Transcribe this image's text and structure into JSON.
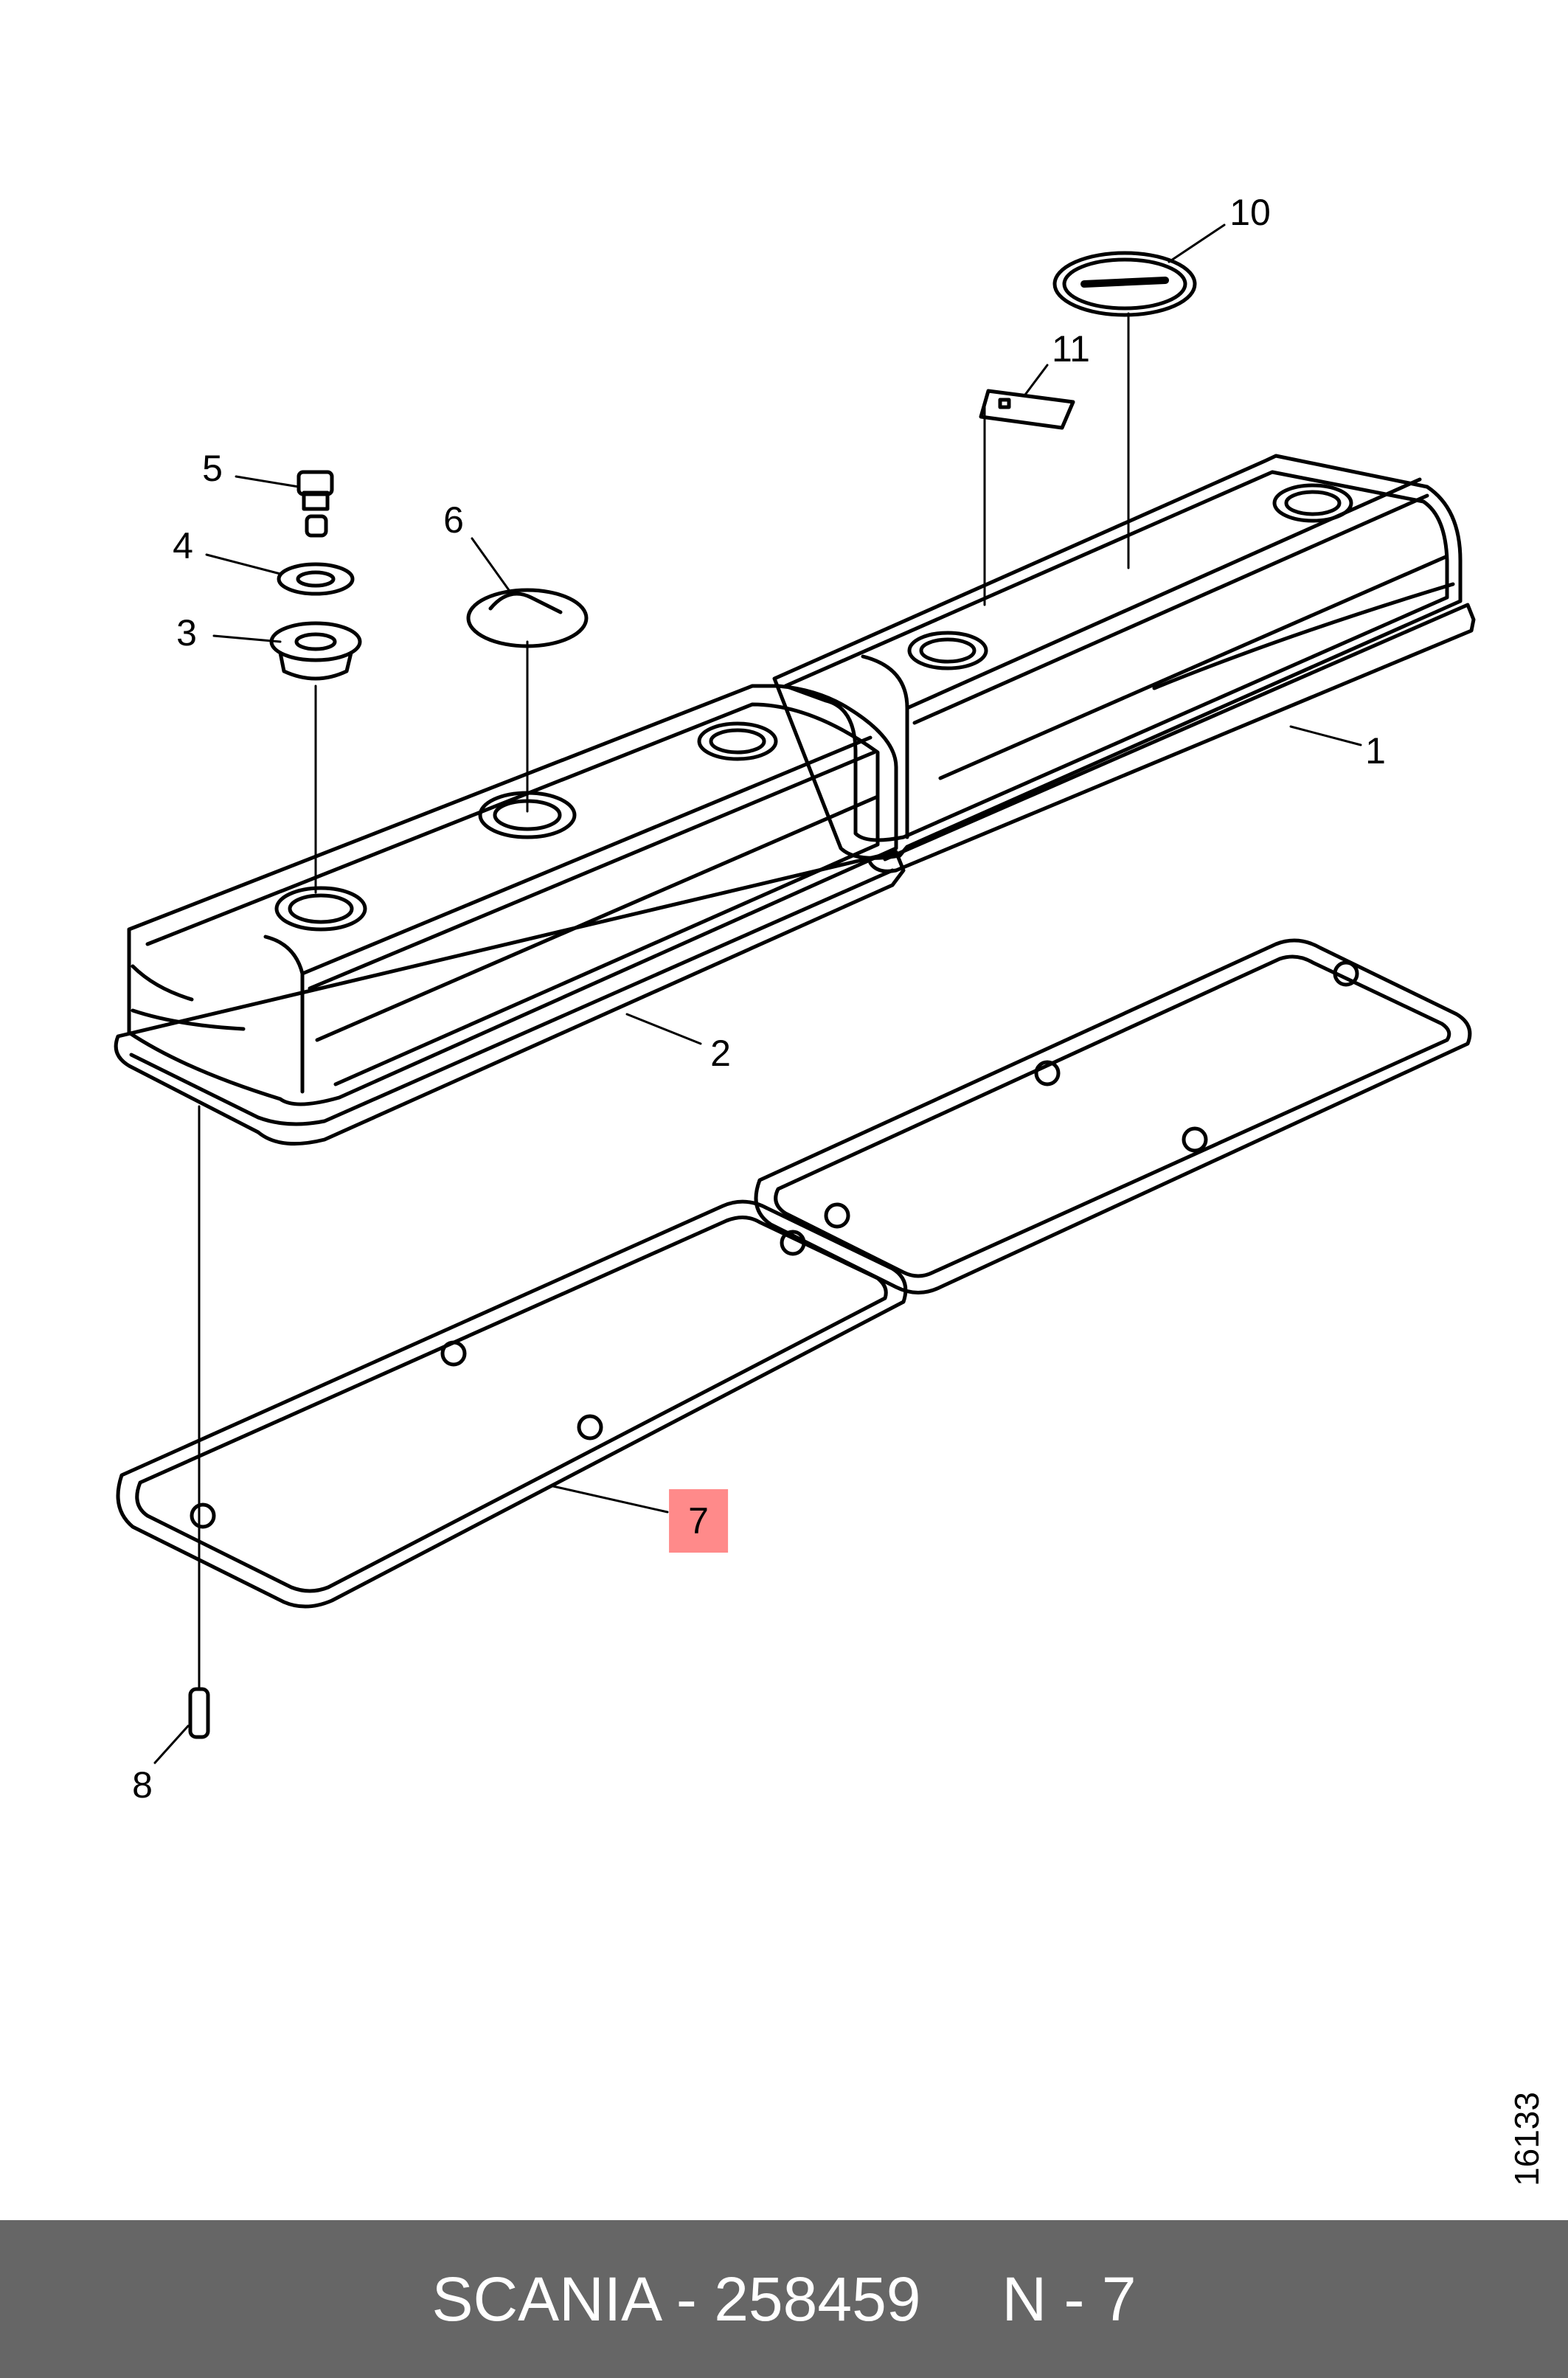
{
  "diagram": {
    "callouts": {
      "c1": "1",
      "c2": "2",
      "c3": "3",
      "c4": "4",
      "c5": "5",
      "c6": "6",
      "c7": "7",
      "c8": "8",
      "c10": "10",
      "c11": "11"
    },
    "highlight_callout": "7",
    "highlight_color": "#ff8a8a",
    "drawing_number": "16133"
  },
  "footer": {
    "part_label": "SCANIA - 258459",
    "position_label": "N - 7"
  },
  "colors": {
    "line": "#000000",
    "footer_bg": "#666666",
    "footer_text": "#ffffff"
  }
}
